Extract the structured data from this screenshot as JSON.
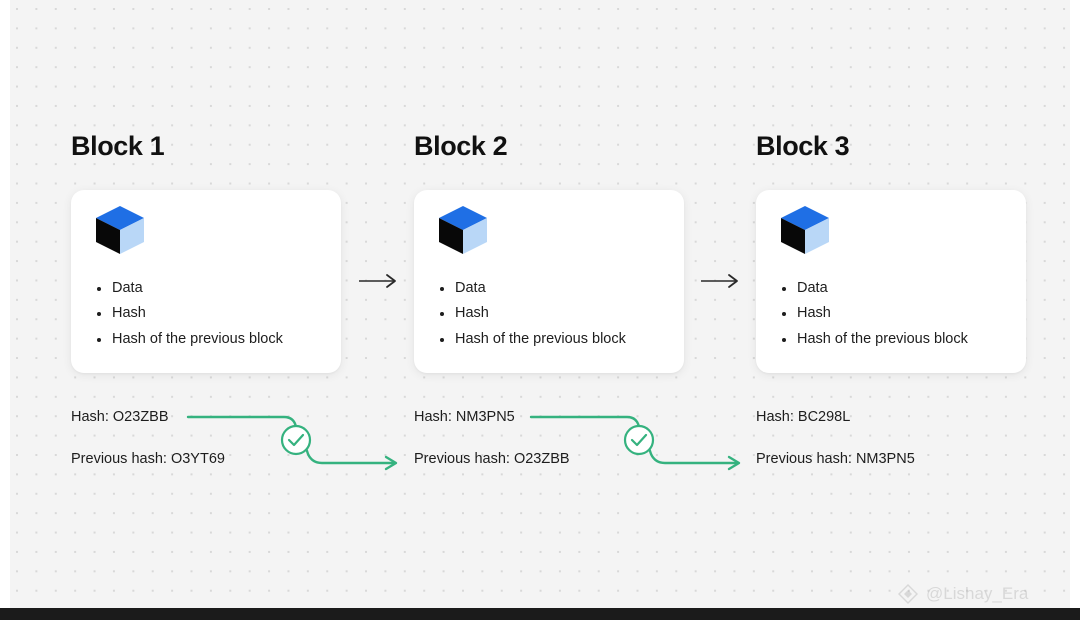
{
  "theme": {
    "canvas_bg": "#ffffff",
    "grid_bg": "#f4f4f4",
    "grid_dot": "#d8d8d8",
    "card_bg": "#ffffff",
    "text": "#1d1d1d",
    "title": "#111111",
    "connector_green": "#35b27f",
    "cube_top": "#1f6fe5",
    "cube_left": "#080808",
    "cube_right": "#b9d7f7",
    "bottom_bar": "#1b1b1b"
  },
  "blocks": [
    {
      "title": "Block 1",
      "icon": "cube-icon",
      "bullets": [
        "Data",
        "Hash",
        "Hash of the previous block"
      ],
      "hash_label": "Hash: O23ZBB",
      "prev_hash_label": "Previous hash: O3YT69",
      "has_outgoing_connector": true,
      "has_step_arrow": true
    },
    {
      "title": "Block 2",
      "icon": "cube-icon",
      "bullets": [
        "Data",
        "Hash",
        "Hash of the previous block"
      ],
      "hash_label": "Hash: NM3PN5",
      "prev_hash_label": "Previous hash: O23ZBB",
      "has_outgoing_connector": true,
      "has_step_arrow": true
    },
    {
      "title": "Block 3",
      "icon": "cube-icon",
      "bullets": [
        "Data",
        "Hash",
        "Hash of the previous block"
      ],
      "hash_label": "Hash: BC298L",
      "prev_hash_label": "Previous hash: NM3PN5",
      "has_outgoing_connector": false,
      "has_step_arrow": false
    }
  ],
  "connectors": [
    {
      "icon": "check-circle-icon",
      "from_block": "Block 1",
      "to_block": "Block 2"
    },
    {
      "icon": "check-circle-icon",
      "from_block": "Block 2",
      "to_block": "Block 3"
    }
  ],
  "watermark": {
    "logo_icon": "diamond-logo-icon",
    "handle": "@Lishay_Era"
  }
}
